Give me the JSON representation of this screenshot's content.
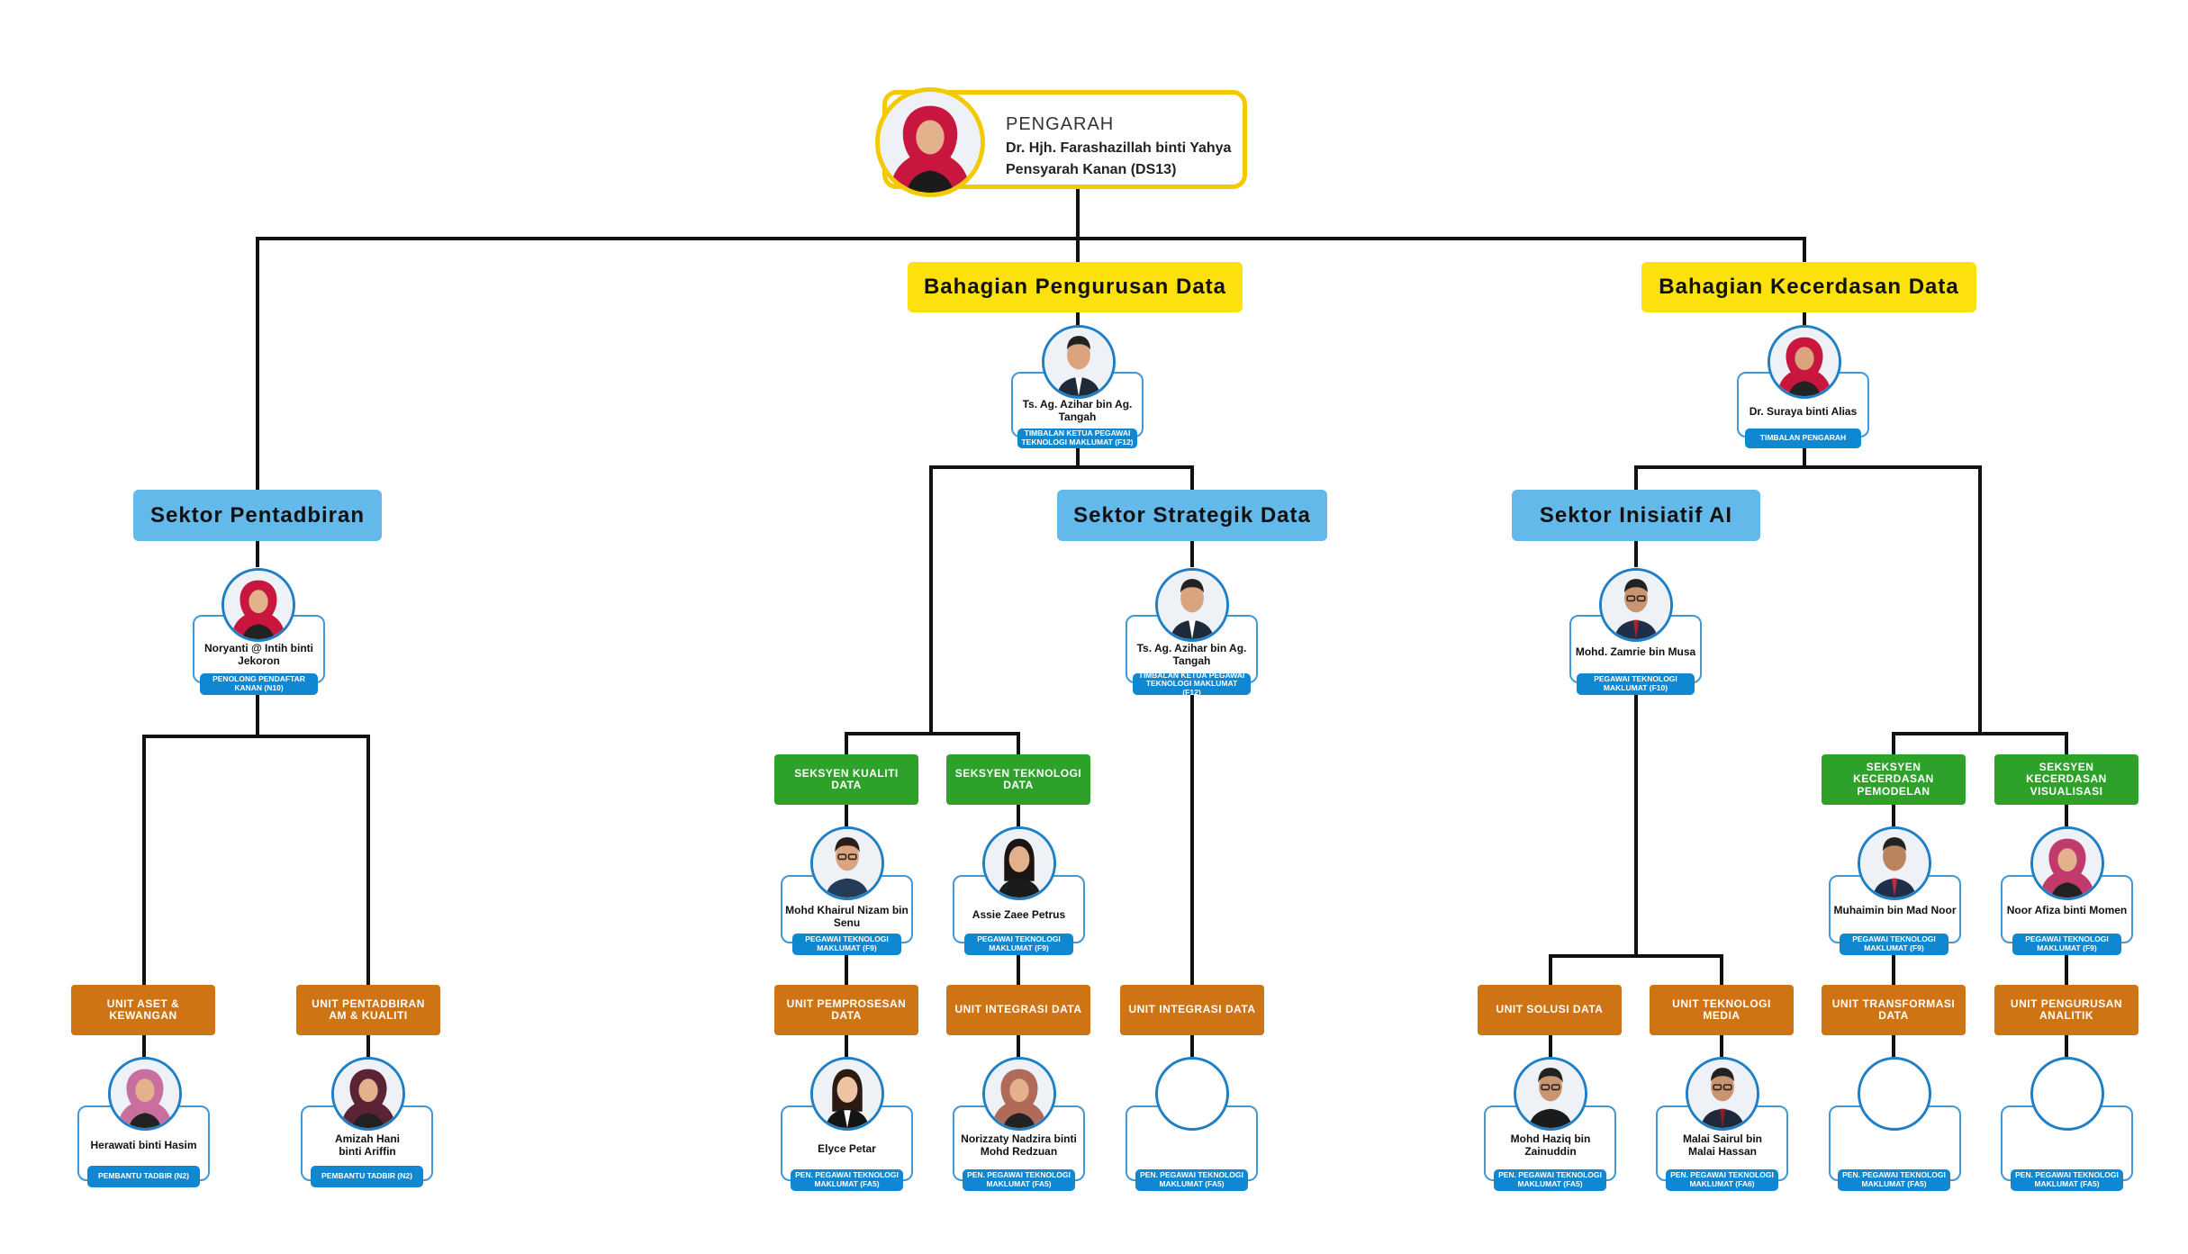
{
  "director": {
    "role": "PENGARAH",
    "name": "Dr. Hjh. Farashazillah binti Yahya",
    "grade": "Pensyarah Kanan (DS13)"
  },
  "divisions": {
    "data_management": "Bahagian Pengurusan Data",
    "data_intelligence": "Bahagian Kecerdasan Data"
  },
  "sectors": {
    "administration": "Sektor Pentadbiran",
    "data_strategy": "Sektor Strategik Data",
    "ai_initiative": "Sektor Inisiatif AI"
  },
  "sections": {
    "data_quality": "SEKSYEN KUALITI DATA",
    "data_technology": "SEKSYEN TEKNOLOGI DATA",
    "modelling_intelligence": "SEKSYEN KECERDASAN PEMODELAN",
    "visualisation_intelligence": "SEKSYEN KECERDASAN VISUALISASI"
  },
  "units": {
    "assets_finance": "UNIT ASET & KEWANGAN",
    "general_admin_quality": "UNIT PENTADBIRAN AM & KUALITI",
    "data_processing": "UNIT PEMPROSESAN DATA",
    "integration_1": "UNIT INTEGRASI DATA",
    "integration_2": "UNIT INTEGRASI DATA",
    "data_solution": "UNIT SOLUSI DATA",
    "media_technology": "UNIT TEKNOLOGI MEDIA",
    "data_transformation": "UNIT TRANSFORMASI DATA",
    "analytics_management": "UNIT PENGURUSAN ANALITIK"
  },
  "people": {
    "deputy_data_mgmt": {
      "name": "Ts. Ag. Azihar bin Ag. Tangah",
      "title": "TIMBALAN KETUA PEGAWAI TEKNOLOGI MAKLUMAT (F12)"
    },
    "deputy_intel": {
      "name": "Dr. Suraya binti Alias",
      "title": "TIMBALAN PENGARAH"
    },
    "admin_head": {
      "name": "Noryanti @ Intih binti Jekoron",
      "title": "PENOLONG PENDAFTAR KANAN (N10)"
    },
    "strategy_head": {
      "name": "Ts. Ag. Azihar bin Ag. Tangah",
      "title": "TIMBALAN KETUA PEGAWAI TEKNOLOGI MAKLUMAT (F12)"
    },
    "ai_head": {
      "name": "Mohd. Zamrie bin Musa",
      "title": "PEGAWAI TEKNOLOGI MAKLUMAT (F10)"
    },
    "quality_head": {
      "name": "Mohd Khairul Nizam bin Senu",
      "title": "PEGAWAI TEKNOLOGI MAKLUMAT (F9)"
    },
    "tech_head": {
      "name": "Assie Zaee Petrus",
      "title": "PEGAWAI TEKNOLOGI MAKLUMAT (F9)"
    },
    "model_head": {
      "name": "Muhaimin bin Mad Noor",
      "title": "PEGAWAI TEKNOLOGI MAKLUMAT (F9)"
    },
    "visual_head": {
      "name": "Noor Afiza binti Momen",
      "title": "PEGAWAI TEKNOLOGI MAKLUMAT (F9)"
    },
    "assets_staff": {
      "name": "Herawati binti Hasim",
      "title": "PEMBANTU TADBIR (N2)"
    },
    "admin_staff": {
      "name": "Amizah Hani binti Ariffin",
      "title": "PEMBANTU TADBIR (N2)"
    },
    "processing_staff": {
      "name": "Elyce Petar",
      "title": "PEN. PEGAWAI TEKNOLOGI MAKLUMAT (FA5)"
    },
    "integration_staff_1": {
      "name": "Norizzaty Nadzira binti Mohd Redzuan",
      "title": "PEN. PEGAWAI TEKNOLOGI MAKLUMAT (FA5)"
    },
    "integration_staff_2": {
      "name": "",
      "title": "PEN. PEGAWAI TEKNOLOGI MAKLUMAT (FA5)"
    },
    "solution_staff": {
      "name": "Mohd Haziq bin Zainuddin",
      "title": "PEN. PEGAWAI TEKNOLOGI MAKLUMAT (FA5)"
    },
    "media_staff": {
      "name": "Malai Sairul bin Malai Hassan",
      "title": "PEN. PEGAWAI TEKNOLOGI MAKLUMAT (FA6)"
    },
    "transformation_staff": {
      "name": "",
      "title": "PEN. PEGAWAI TEKNOLOGI MAKLUMAT (FA5)"
    },
    "analytics_staff": {
      "name": "",
      "title": "PEN. PEGAWAI TEKNOLOGI MAKLUMAT (FA5)"
    }
  },
  "colors": {
    "director_border": "#f3c900",
    "division_banner": "#fde10c",
    "sector_banner": "#63b9ea",
    "section_box": "#2ea12a",
    "unit_box": "#cf7414",
    "title_pill": "#0f87d1",
    "card_border": "#3f98d8",
    "connector": "#111111"
  }
}
